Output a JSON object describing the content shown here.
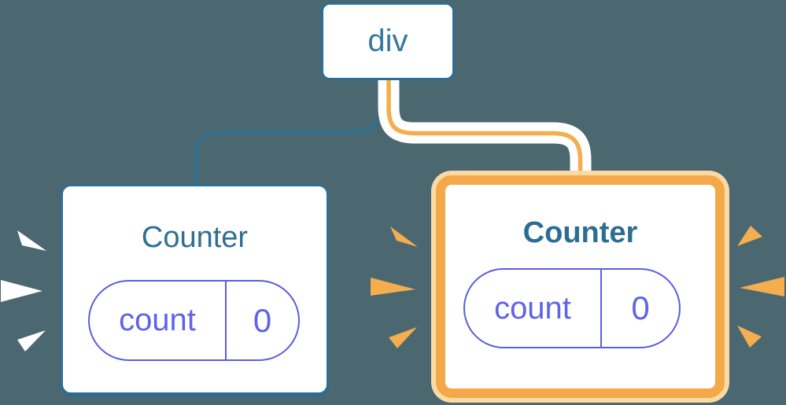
{
  "diagram": {
    "description": "React component tree: a div root with two Counter children; the right Counter and its connector are highlighted orange to show state being reset/preserved",
    "root_node": {
      "label": "div"
    },
    "left_counter": {
      "title": "Counter",
      "state_key": "count",
      "state_value": "0",
      "highlighted": false
    },
    "right_counter": {
      "title": "Counter",
      "state_key": "count",
      "state_value": "0",
      "highlighted": true
    }
  },
  "colors": {
    "background": "#4B6871",
    "node_border_blue": "#2D6E94",
    "connector_blue": "#2E6F94",
    "connector_orange": "#F4AD4F",
    "connector_casing": "#FFFFFF",
    "title_teal": "#2E6F93",
    "pill_indigo_border": "#5A5FDE",
    "pill_indigo_text": "#5F64E6",
    "highlight_border_orange": "#F3A94A",
    "highlight_ring_light_orange": "#FBDAA4",
    "burst_white": "#FFFFFF",
    "burst_orange": "#F4AD4F"
  }
}
